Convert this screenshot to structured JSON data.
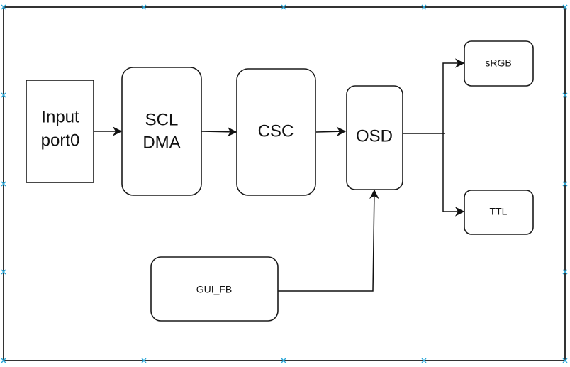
{
  "diagram": {
    "type": "block-diagram",
    "nodes": [
      {
        "id": "input_port0",
        "label_lines": [
          "Input",
          "port0"
        ],
        "shape": "rectangle"
      },
      {
        "id": "scl_dma",
        "label_lines": [
          "SCL",
          "DMA"
        ],
        "shape": "rounded-rectangle"
      },
      {
        "id": "csc",
        "label_lines": [
          "CSC"
        ],
        "shape": "rounded-rectangle"
      },
      {
        "id": "osd",
        "label_lines": [
          "OSD"
        ],
        "shape": "rounded-rectangle"
      },
      {
        "id": "srgb",
        "label_lines": [
          "sRGB"
        ],
        "shape": "rounded-rectangle"
      },
      {
        "id": "ttl",
        "label_lines": [
          "TTL"
        ],
        "shape": "rounded-rectangle"
      },
      {
        "id": "gui_fb",
        "label_lines": [
          "GUI_FB"
        ],
        "shape": "rounded-rectangle"
      }
    ],
    "edges": [
      {
        "from": "input_port0",
        "to": "scl_dma"
      },
      {
        "from": "scl_dma",
        "to": "csc"
      },
      {
        "from": "csc",
        "to": "osd"
      },
      {
        "from": "osd",
        "to": "srgb"
      },
      {
        "from": "osd",
        "to": "ttl"
      },
      {
        "from": "gui_fb",
        "to": "osd"
      }
    ],
    "colors": {
      "stroke": "#111111",
      "frame": "#333333",
      "selection_marker": "#29a8d9",
      "background": "#ffffff"
    }
  }
}
